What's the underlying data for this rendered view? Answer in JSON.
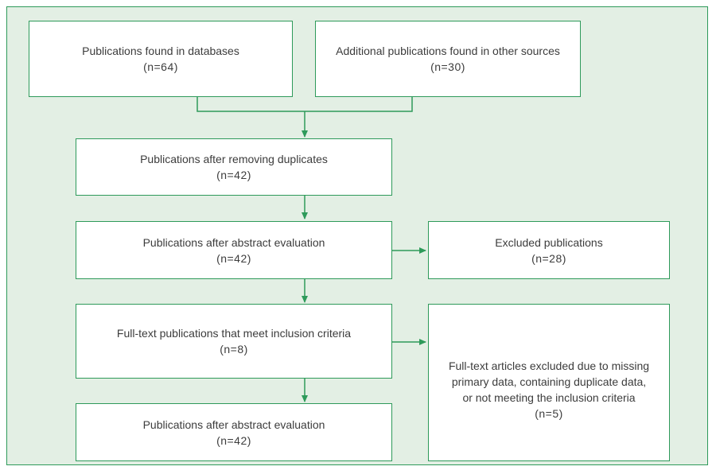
{
  "boxes": {
    "databases": {
      "label": "Publications found in databases",
      "count": "(n=64)"
    },
    "other_sources": {
      "label": "Additional publications found in other sources",
      "count": "(n=30)"
    },
    "after_duplicates": {
      "label": "Publications after removing duplicates",
      "count": "(n=42)"
    },
    "after_abstract": {
      "label": "Publications after abstract evaluation",
      "count": "(n=42)"
    },
    "excluded": {
      "label": "Excluded publications",
      "count": "(n=28)"
    },
    "full_text": {
      "label": "Full-text publications that meet inclusion criteria",
      "count": "(n=8)"
    },
    "full_text_excluded": {
      "lines": [
        "Full-text articles excluded due to missing",
        "primary data, containing duplicate data,",
        "or not meeting the inclusion criteria"
      ],
      "count": "(n=5)"
    },
    "final": {
      "label": "Publications after abstract evaluation",
      "count": "(n=42)"
    }
  },
  "colors": {
    "accent": "#2e9a5a",
    "background": "#e3efe4",
    "box_fill": "#ffffff",
    "text": "#3c3c3c"
  }
}
